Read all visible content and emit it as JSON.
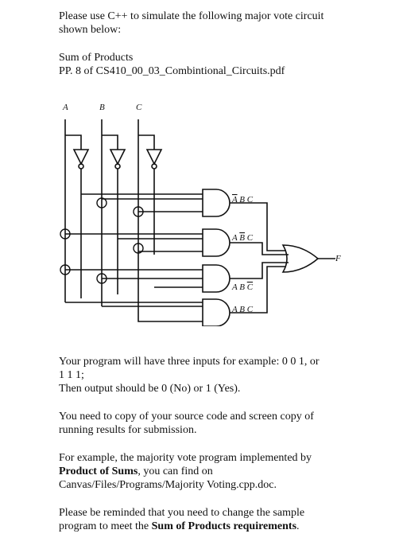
{
  "intro": {
    "line1": "Please use C++ to simulate the following major vote circuit",
    "line2": "shown below:"
  },
  "reference": {
    "line1": "Sum of Products",
    "line2": "PP. 8 of CS410_00_03_Combintional_Circuits.pdf"
  },
  "circuit": {
    "inputs": [
      "A",
      "B",
      "C"
    ],
    "output": "F",
    "terms": [
      {
        "bar_part": "A",
        "rest": " B C"
      },
      {
        "pre": "A ",
        "bar_part": "B",
        "rest": " C"
      },
      {
        "pre": "A B ",
        "bar_part": "C",
        "rest": ""
      },
      {
        "pre": "A B C",
        "bar_part": "",
        "rest": ""
      }
    ]
  },
  "instructions": {
    "p1_line1": "Your program will have three inputs for example: 0 0 1, or",
    "p1_line2": "1 1 1;",
    "p1_line3": "Then output should be 0 (No) or 1 (Yes).",
    "p2_line1": "You need to copy of your source code and screen copy of",
    "p2_line2": "running results for submission.",
    "p3_line1": "For example, the majority vote program implemented by",
    "p3_bold": "Product of Sums",
    "p3_line2_rest": ", you can find on",
    "p3_line3": "Canvas/Files/Programs/Majority Voting.cpp.doc.",
    "p4_line1": "Please be reminded that you need to change the sample",
    "p4_line2_pre": "program to meet the ",
    "p4_bold": "Sum of Products requirements",
    "p4_line2_post": "."
  }
}
